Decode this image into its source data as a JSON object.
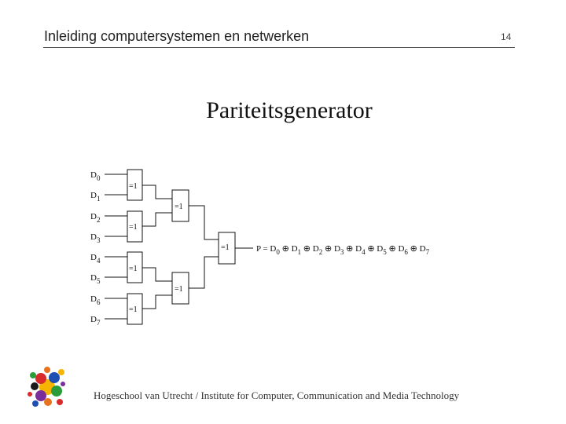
{
  "header": {
    "title": "Inleiding computersystemen en netwerken",
    "page_number": "14"
  },
  "slide": {
    "title": "Pariteitsgenerator"
  },
  "diagram": {
    "inputs": [
      {
        "letter": "D",
        "sub": "0"
      },
      {
        "letter": "D",
        "sub": "1"
      },
      {
        "letter": "D",
        "sub": "2"
      },
      {
        "letter": "D",
        "sub": "3"
      },
      {
        "letter": "D",
        "sub": "4"
      },
      {
        "letter": "D",
        "sub": "5"
      },
      {
        "letter": "D",
        "sub": "6"
      },
      {
        "letter": "D",
        "sub": "7"
      }
    ],
    "gate_label": "=1",
    "output_prefix": "P = ",
    "output_terms": [
      {
        "letter": "D",
        "sub": "0"
      },
      {
        "letter": "D",
        "sub": "1"
      },
      {
        "letter": "D",
        "sub": "2"
      },
      {
        "letter": "D",
        "sub": "3"
      },
      {
        "letter": "D",
        "sub": "4"
      },
      {
        "letter": "D",
        "sub": "5"
      },
      {
        "letter": "D",
        "sub": "6"
      },
      {
        "letter": "D",
        "sub": "7"
      }
    ],
    "xor_symbol": "⊕"
  },
  "footer": {
    "text": "Hogeschool van Utrecht / Institute for Computer, Communication and Media Technology",
    "logo_icon": "hu-logo-icon"
  }
}
